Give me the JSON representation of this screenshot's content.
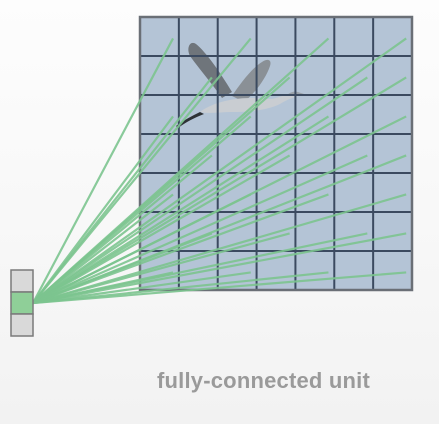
{
  "caption": "fully-connected unit",
  "grid": {
    "cols": 7,
    "rows": 7
  },
  "colors": {
    "image_bg": "#b4c4d6",
    "grid_line": "#3b4a60",
    "connection": "#7cc48f",
    "unit_active": "#8fcf98",
    "unit_inactive": "#d9d9d9",
    "unit_border": "#7a7a7a"
  },
  "image": {
    "subject": "flying-crane"
  },
  "unit": {
    "cells": 3,
    "active_index": 1
  }
}
